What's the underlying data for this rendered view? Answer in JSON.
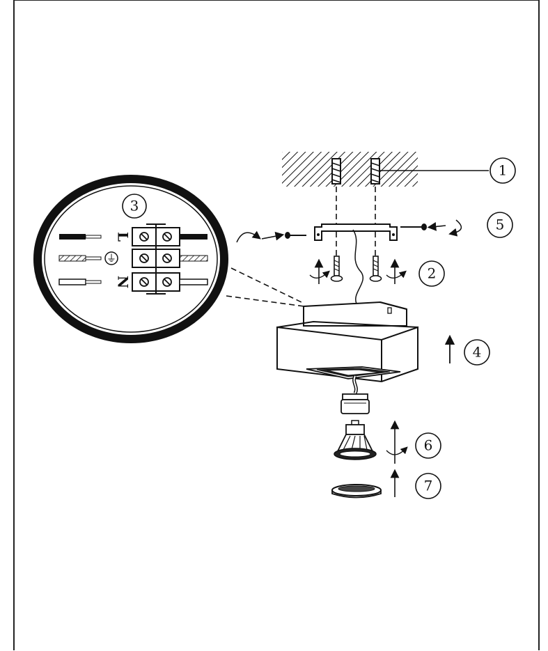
{
  "callouts": [
    {
      "id": "1",
      "label": "1"
    },
    {
      "id": "2",
      "label": "2"
    },
    {
      "id": "3",
      "label": "3"
    },
    {
      "id": "4",
      "label": "4"
    },
    {
      "id": "5",
      "label": "5"
    },
    {
      "id": "6",
      "label": "6"
    },
    {
      "id": "7",
      "label": "7"
    }
  ],
  "terminals": {
    "live": "L",
    "earth": "⏚",
    "neutral": "N"
  },
  "colors": {
    "ink": "#111111",
    "paper": "#ffffff"
  }
}
